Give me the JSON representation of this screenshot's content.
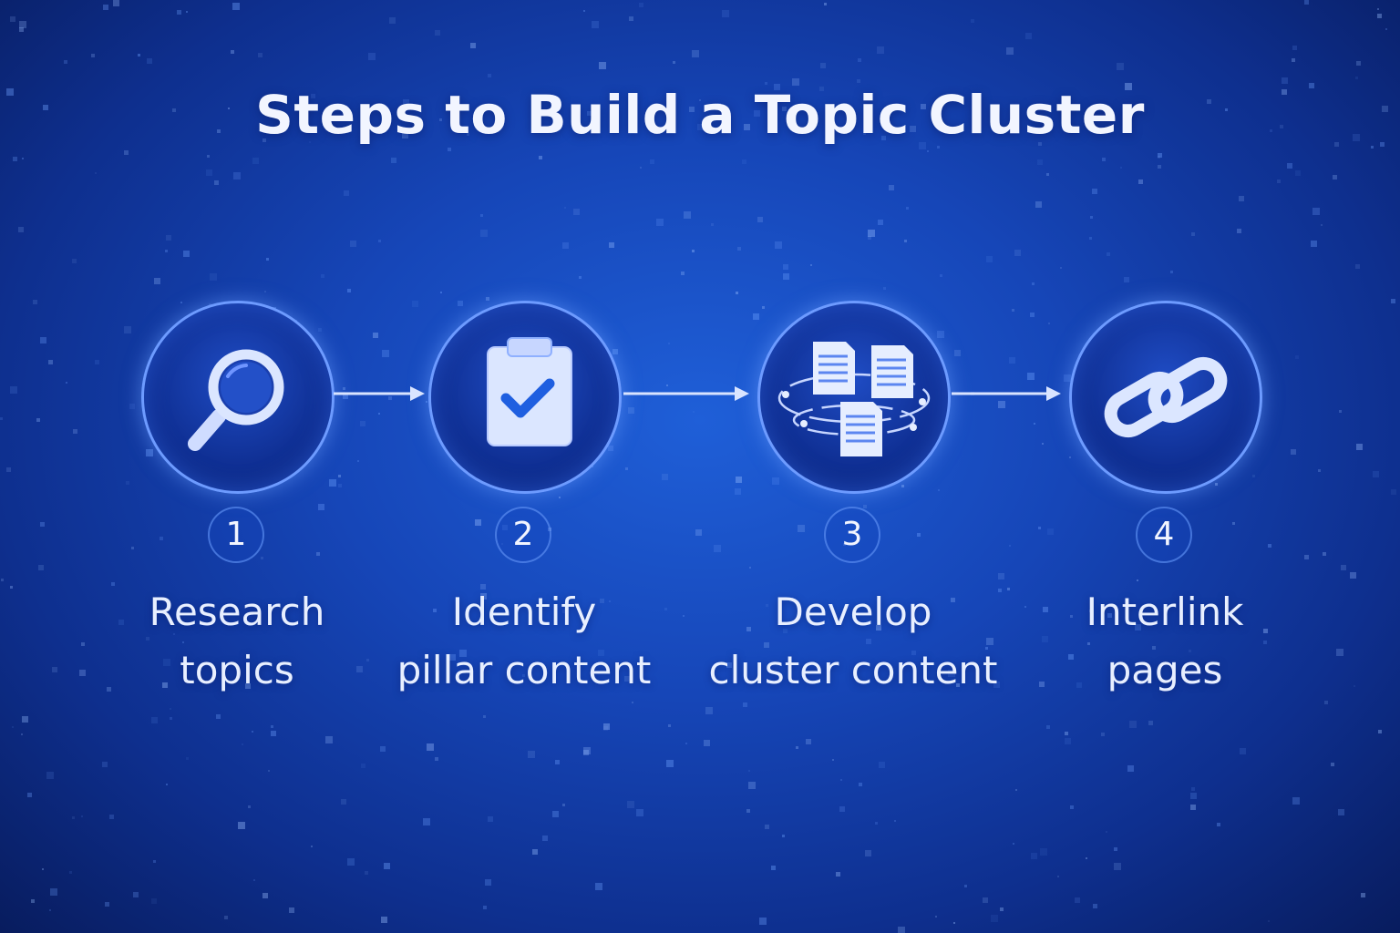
{
  "title": "Steps to Build a Topic Cluster",
  "colors": {
    "background": "#1646b8",
    "circle_fill": "#0f2f93",
    "circle_border": "#6d9bff",
    "icon_light": "#dbe6ff",
    "check_blue": "#1f5fe0",
    "text": "#e8efff"
  },
  "steps": [
    {
      "number": "1",
      "label_line1": "Research",
      "label_line2": "topics",
      "icon": "magnifying-glass-icon"
    },
    {
      "number": "2",
      "label_line1": "Identify",
      "label_line2": "pillar content",
      "icon": "clipboard-check-icon"
    },
    {
      "number": "3",
      "label_line1": "Develop",
      "label_line2": "cluster content",
      "icon": "documents-cluster-icon"
    },
    {
      "number": "4",
      "label_line1": "Interlink",
      "label_line2": "pages",
      "icon": "chain-link-icon"
    }
  ]
}
